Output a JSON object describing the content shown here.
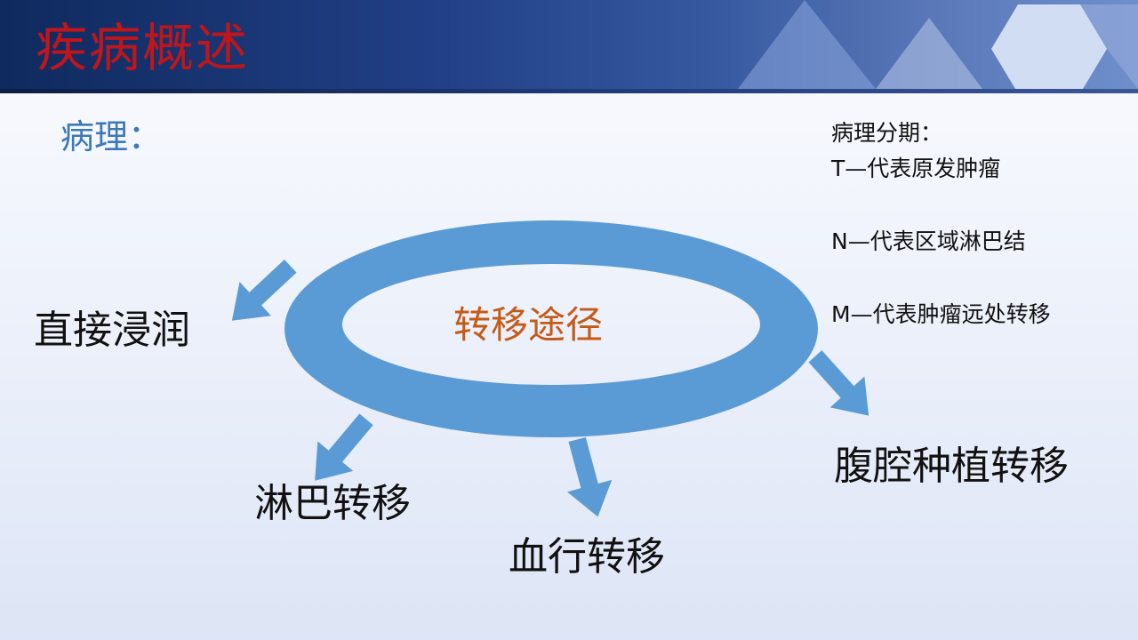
{
  "slide": {
    "title": "疾病概述",
    "section_label": "病理："
  },
  "staging": {
    "heading": "病理分期：",
    "t_line": "T—代表原发肿瘤",
    "n_line": "N—代表区域淋巴结",
    "m_line": "M—代表肿瘤远处转移"
  },
  "diagram": {
    "center": "转移途径",
    "routes": {
      "direct": "直接浸润",
      "lymphatic": "淋巴转移",
      "blood": "血行转移",
      "peritoneal": "腹腔种植转移"
    }
  },
  "colors": {
    "title_red": "#c0161b",
    "section_blue": "#3d79b8",
    "ring_blue": "#5b9bd5",
    "center_orange": "#c65a17",
    "header_navy": "#1a3570"
  }
}
